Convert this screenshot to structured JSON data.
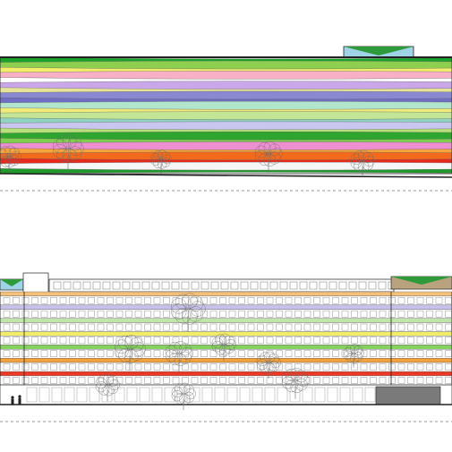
{
  "drawing": {
    "top_elevation": {
      "roof_box_colors": [
        "#2e9a3a",
        "#9ed4e6"
      ],
      "bands": [
        {
          "color": "#1aa32a",
          "opacity": 1
        },
        {
          "color": "#8ecf50",
          "opacity": 1
        },
        {
          "color": "#f2ee6a",
          "opacity": 1
        },
        {
          "color": "#f7b0c6",
          "opacity": 1
        },
        {
          "color": "#ffffff",
          "opacity": 1
        },
        {
          "color": "#c9a7e8",
          "opacity": 1
        },
        {
          "color": "#e7e49a",
          "opacity": 1
        },
        {
          "color": "#8a88d0",
          "opacity": 1
        },
        {
          "color": "#6f6dc4",
          "opacity": 1
        },
        {
          "color": "#b1e6cc",
          "opacity": 1
        },
        {
          "color": "#f1ec78",
          "opacity": 1
        },
        {
          "color": "#c3e596",
          "opacity": 1
        },
        {
          "color": "#8fd4c0",
          "opacity": 1
        },
        {
          "color": "#c9c6ef",
          "opacity": 1
        },
        {
          "color": "#b8e07a",
          "opacity": 1
        },
        {
          "color": "#2ea52f",
          "opacity": 1
        },
        {
          "color": "#7fce4e",
          "opacity": 1
        },
        {
          "color": "#ee8fd2",
          "opacity": 1
        },
        {
          "color": "#f7a43d",
          "opacity": 1
        },
        {
          "color": "#f36a1c",
          "opacity": 1
        },
        {
          "color": "#e9281c",
          "opacity": 1
        },
        {
          "color": "#f6f6f6",
          "opacity": 1
        },
        {
          "color": "#1f9a2a",
          "opacity": 1
        }
      ]
    },
    "bottom_elevation": {
      "roof_left_colors": [
        "#2e9a3a",
        "#9ed4e6"
      ],
      "roof_right_colors": [
        "#2e9a3a",
        "#b9a27e"
      ],
      "floors": [
        {
          "color": "#f4c07a"
        },
        {
          "color": "#c7c2ec"
        },
        {
          "color": "#bfe6a8"
        },
        {
          "color": "#f2ec66"
        },
        {
          "color": "#86d25e"
        },
        {
          "color": "#f3a13a"
        },
        {
          "color": "#ee3a24"
        }
      ],
      "ground_color": "#7a7a7a"
    },
    "line_color": "#222222",
    "dash_color": "#9a9a9a"
  }
}
